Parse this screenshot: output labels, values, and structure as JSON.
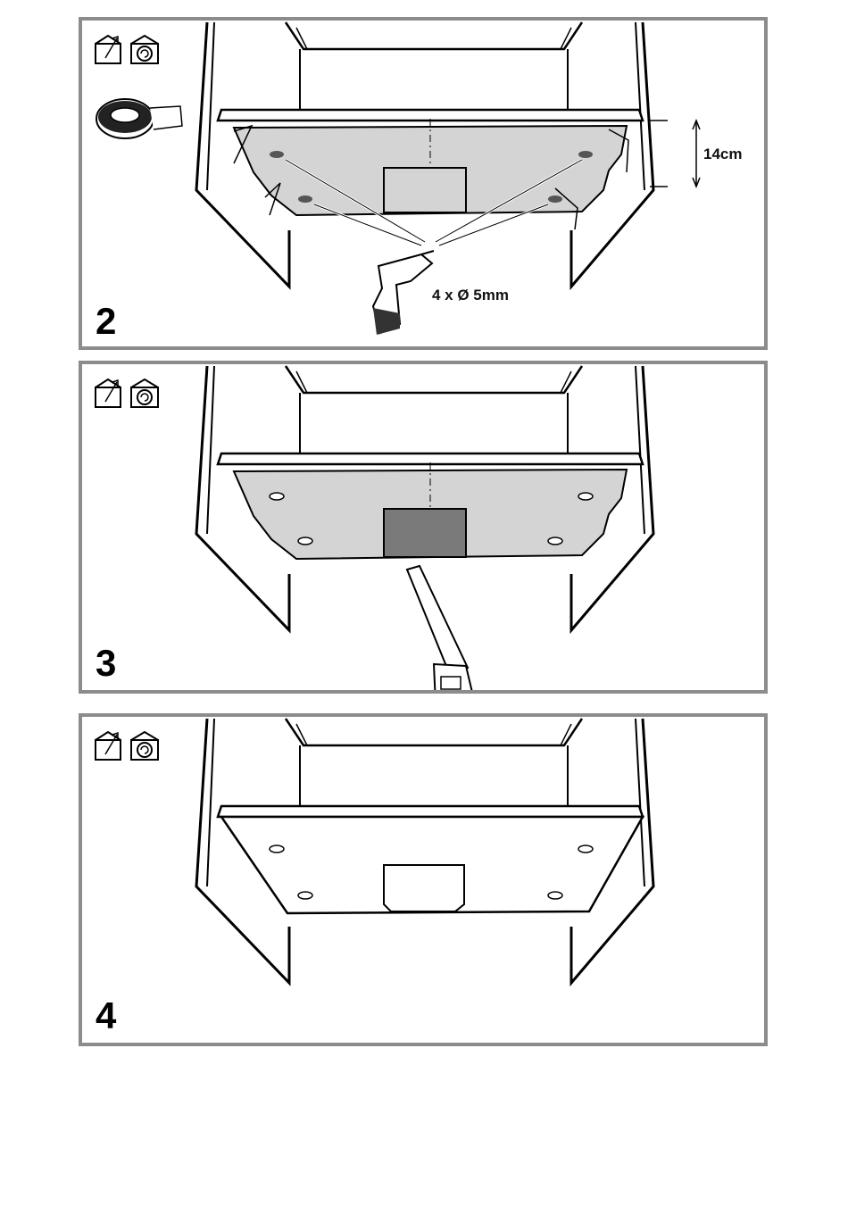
{
  "steps": [
    {
      "number": "2",
      "drill_label": "4 x Ø 5mm",
      "height_label": "14cm"
    },
    {
      "number": "3"
    },
    {
      "number": "4"
    }
  ],
  "icons": {
    "mode_a": "ducted-outlet-icon",
    "mode_b": "recirculation-icon",
    "tape": "adhesive-tape-icon",
    "drill": "power-drill-icon",
    "saw": "hand-saw-icon"
  },
  "colors": {
    "frame": "#8c8c8c",
    "template_sheet": "#d4d4d4",
    "cutout": "#7a7a7a"
  }
}
